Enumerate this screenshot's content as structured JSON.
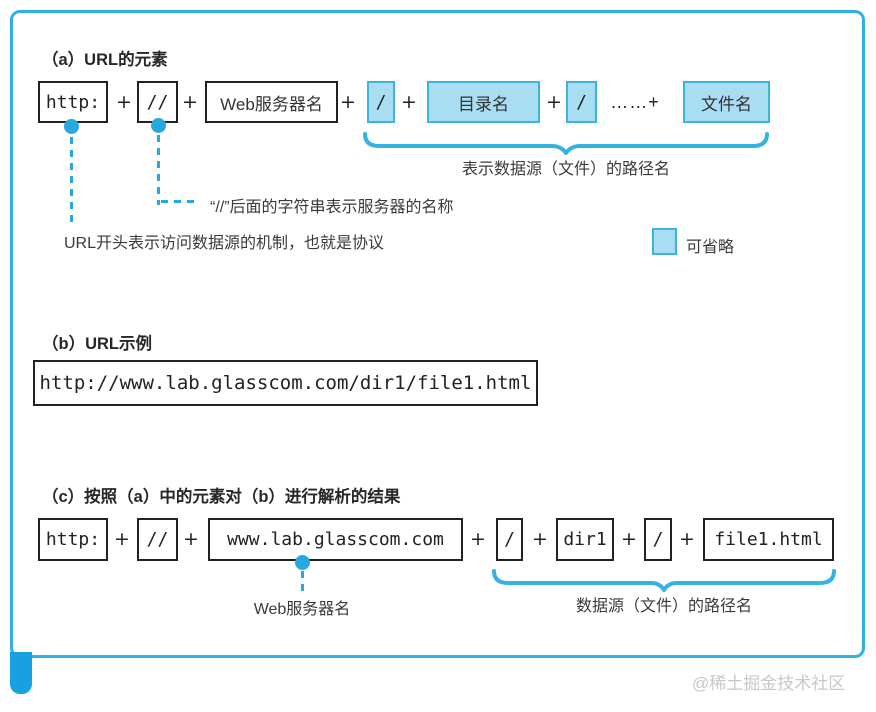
{
  "plus_sign": "+",
  "colors": {
    "accent": "#29a8df",
    "frame": "#2eb0e4",
    "box_fill": "#a9def2",
    "box_border": "#3cb4de"
  },
  "a": {
    "title": "（a）URL的元素",
    "boxes": [
      {
        "label": "http:"
      },
      {
        "label": "//"
      },
      {
        "label": "Web服务器名"
      },
      {
        "label": "/"
      },
      {
        "label": "目录名"
      },
      {
        "label": "/"
      },
      {
        "label": "文件名"
      }
    ],
    "ellipsis": "……+",
    "brace_label": "表示数据源（文件）的路径名",
    "note_slashes": "“//”后面的字符串表示服务器的名称",
    "note_protocol": "URL开头表示访问数据源的机制，也就是协议",
    "legend_label": "可省略"
  },
  "b": {
    "title": "（b）URL示例",
    "url": "http://www.lab.glasscom.com/dir1/file1.html"
  },
  "c": {
    "title": "（c）按照（a）中的元素对（b）进行解析的结果",
    "boxes": [
      {
        "label": "http:"
      },
      {
        "label": "//"
      },
      {
        "label": "www.lab.glasscom.com"
      },
      {
        "label": "/"
      },
      {
        "label": "dir1"
      },
      {
        "label": "/"
      },
      {
        "label": "file1.html"
      }
    ],
    "server_label": "Web服务器名",
    "brace_label": "数据源（文件）的路径名"
  },
  "watermark": "@稀土掘金技术社区"
}
